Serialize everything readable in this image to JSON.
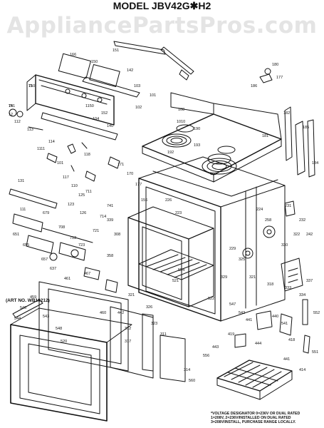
{
  "watermark": "AppliancePartsPros.com",
  "model_title": "MODEL JBV42G✱H2",
  "art_number": "(ART NO. WB10212)",
  "voltage_note": [
    "*VOLTAGE DESIGNATOR 0=236V OR DUAL RATED",
    "1=208V, 2=236V/INSTALLED ON DUAL RATED",
    "3=208V/INSTALL, PURCHASE RANGE LOCALLY."
  ],
  "callouts": [
    "11",
    "15",
    "12",
    "112",
    "113",
    "114",
    "1111",
    "101",
    "117",
    "110",
    "125",
    "123",
    "126",
    "131",
    "111",
    "118",
    "166",
    "150",
    "151",
    "152",
    "140",
    "104",
    "103",
    "1150",
    "142",
    "102",
    "101",
    "108",
    "1010",
    "190",
    "192",
    "193",
    "160",
    "181",
    "182",
    "185",
    "184",
    "186",
    "180",
    "177",
    "170",
    "171",
    "177",
    "156",
    "226",
    "223",
    "224",
    "231",
    "232",
    "242",
    "258",
    "229",
    "325",
    "329",
    "321",
    "318",
    "333",
    "334",
    "337",
    "330",
    "322",
    "326",
    "323",
    "312",
    "311",
    "314",
    "317",
    "339",
    "308",
    "358",
    "321",
    "442",
    "460",
    "461",
    "467",
    "459",
    "546",
    "544",
    "543",
    "548",
    "520",
    "521",
    "522",
    "547",
    "543",
    "441",
    "440",
    "541",
    "418",
    "419",
    "443",
    "444",
    "441",
    "414",
    "552",
    "551",
    "556",
    "560",
    "554",
    "651",
    "655",
    "657",
    "637",
    "679",
    "708",
    "712",
    "723",
    "721",
    "714",
    "741",
    "711",
    "750",
    "741"
  ]
}
